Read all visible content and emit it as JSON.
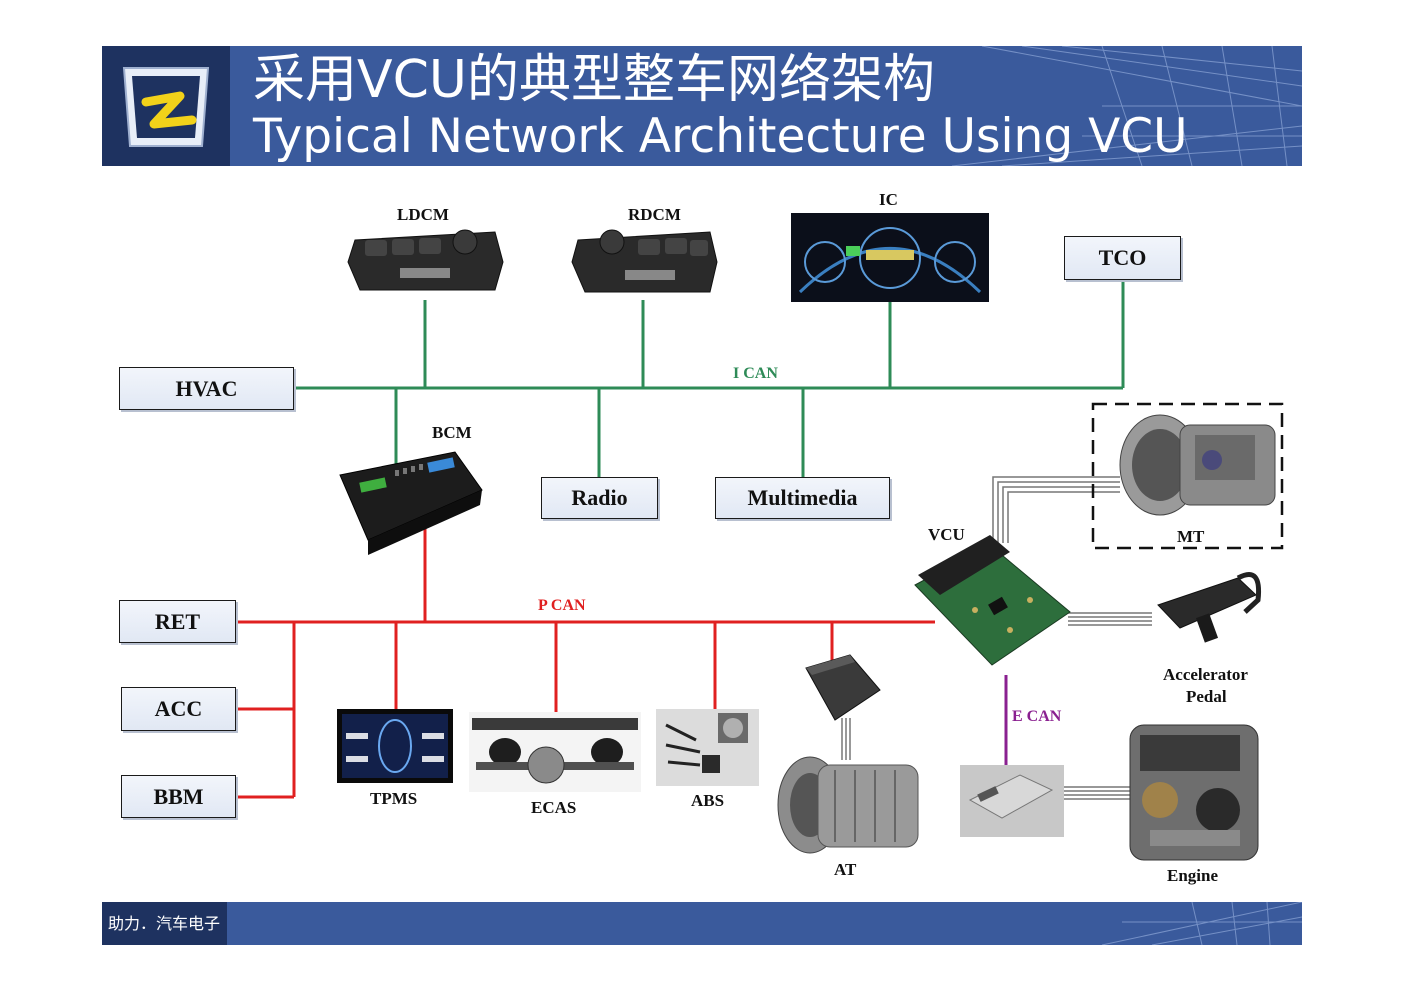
{
  "header": {
    "title_cn": "采用VCU的典型整车网络架构",
    "title_en": "Typical Network Architecture Using VCU"
  },
  "footer": {
    "label": "助力．汽车电子"
  },
  "colors": {
    "header_bg": "#3a5a9c",
    "logo_bg": "#1e3260",
    "i_can": "#2e8b57",
    "p_can": "#e02020",
    "e_can": "#8a2090"
  },
  "buses": {
    "i_can": "I CAN",
    "p_can": "P CAN",
    "e_can": "E CAN"
  },
  "nodes": {
    "hvac": "HVAC",
    "tco": "TCO",
    "radio": "Radio",
    "multimedia": "Multimedia",
    "ret": "RET",
    "acc": "ACC",
    "bbm": "BBM"
  },
  "components": {
    "ldcm": "LDCM",
    "rdcm": "RDCM",
    "ic": "IC",
    "bcm": "BCM",
    "vcu": "VCU",
    "mt": "MT",
    "accelerator_line1": "Accelerator",
    "accelerator_line2": "Pedal",
    "tpms": "TPMS",
    "ecas": "ECAS",
    "abs": "ABS",
    "at": "AT",
    "engine": "Engine"
  }
}
